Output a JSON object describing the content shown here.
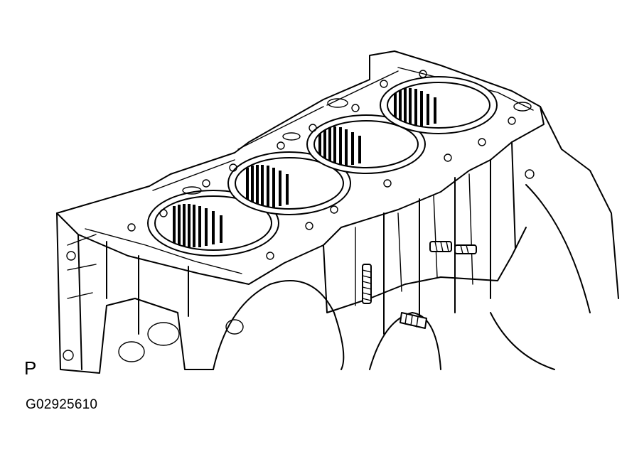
{
  "diagram": {
    "view_letter": "P",
    "figure_code": "G02925610",
    "cylinder_count": 4,
    "subject_icon": "engine-cylinder-block-icon"
  }
}
